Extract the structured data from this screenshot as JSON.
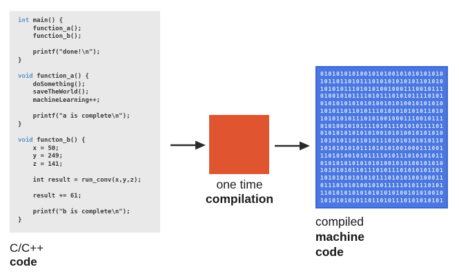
{
  "title": "one time compilation diagram",
  "colors": {
    "background": "#ffffff",
    "source_panel_bg": "#e9e9e9",
    "code_text": "#3a3a3a",
    "keyword_blue": "#5e91cc",
    "compile_orange": "#e05430",
    "machine_panel_bg": "#4b77e1",
    "machine_panel_border": "#3a66d6",
    "binary_text": "#d9e6fb",
    "arrow": "#2a2a2a",
    "label_text": "#161616"
  },
  "icons": {
    "flow_arrow_1": "arrow-right",
    "flow_arrow_2": "arrow-right"
  },
  "source_panel": {
    "label_line1": "C/C++",
    "label_line2": "code",
    "code_lines": [
      {
        "kw": "int",
        "t": " main() {"
      },
      {
        "kw": "",
        "t": "    function_a();"
      },
      {
        "kw": "",
        "t": "    function_b();"
      },
      {
        "kw": "",
        "t": ""
      },
      {
        "kw": "",
        "t": "    printf(\"done!\\n\");"
      },
      {
        "kw": "",
        "t": "}"
      },
      {
        "kw": "",
        "t": ""
      },
      {
        "kw": "void",
        "t": " function_a() {"
      },
      {
        "kw": "",
        "t": "    doSomething();"
      },
      {
        "kw": "",
        "t": "    saveTheWorld();"
      },
      {
        "kw": "",
        "t": "    machineLearning++;"
      },
      {
        "kw": "",
        "t": ""
      },
      {
        "kw": "",
        "t": "    printf(\"a is complete\\n\");"
      },
      {
        "kw": "",
        "t": "}"
      },
      {
        "kw": "",
        "t": ""
      },
      {
        "kw": "void",
        "t": " functon_b() {"
      },
      {
        "kw": "",
        "t": "    x = 50;"
      },
      {
        "kw": "",
        "t": "    y = 249;"
      },
      {
        "kw": "",
        "t": "    z = 141;"
      },
      {
        "kw": "",
        "t": ""
      },
      {
        "kw": "",
        "t": "    int result = run_conv(x,y,z);"
      },
      {
        "kw": "",
        "t": ""
      },
      {
        "kw": "",
        "t": "    result += 61;"
      },
      {
        "kw": "",
        "t": ""
      },
      {
        "kw": "",
        "t": "    printf(\"b is complete\\n\");"
      },
      {
        "kw": "",
        "t": "}"
      }
    ]
  },
  "compilation": {
    "label_line1": "one time",
    "label_line2": "compilation"
  },
  "machine_panel": {
    "label_line1": "compiled",
    "label_line2": "machine",
    "label_line3": "code",
    "binary_rows": [
      "0101010101001010100101010101010",
      "1011011010111010101010101101010",
      "1010101110101010010001110010111",
      "0100101011110101110101011110101",
      "0101010101010100101010010101010",
      "1010110110101110101010101011010",
      "1010101011101010010001110010111",
      "0101001010111101011101010111101",
      "0101010101010100101010010101010",
      "1010101101101011101010101010110",
      "1010101010111010101001000111001",
      "1101010010101111010111010101011",
      "0101010101010101001010100101010",
      "1010101011011101011101010101101",
      "1010101010101011101010100100011",
      "0111010101001010111110101110101",
      "1101010101010101010100101010010",
      "1010101010110110101110101010101"
    ]
  }
}
